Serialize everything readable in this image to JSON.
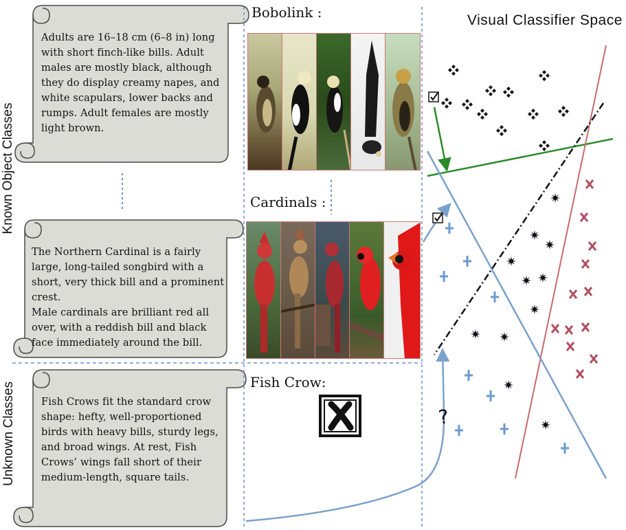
{
  "side_labels": {
    "known": "Known Object Classes",
    "unknown": "Unknown Classes"
  },
  "descriptions": {
    "bobolink": "Adults are 16–18 cm (6–8 in) long with short finch-like bills. Adult males are mostly black, although they do display creamy napes, and white scapulars, lower backs and rumps. Adult females are mostly light brown.",
    "cardinal": "The Northern Cardinal is a fairly large, long-tailed songbird with a short, very thick bill and a prominent crest.\nMale cardinals are brilliant red all over, with a reddish bill and black face immediately around the bill.",
    "fish_crow": "Fish Crows fit the standard crow shape: hefty, well-proportioned birds with heavy bills, sturdy legs, and broad wings. At rest, Fish Crows’ wings fall short of their medium-length, square tails."
  },
  "classes": {
    "bobolink": "Bobolink :",
    "cardinals": "Cardinals :",
    "fish_crow": "Fish Crow:"
  },
  "space": {
    "title": "Visual Classifier Space",
    "question_mark": "?"
  },
  "colors": {
    "scroll_fill": "#dcdcd6",
    "scroll_stroke": "#4a4a4a",
    "divider": "#6a8fc8",
    "green_line": "#2a8a2a",
    "red_line": "#c86a6a",
    "blue_line": "#7aa0cc",
    "cross_color": "#b05060",
    "plus_color": "#6a9ad0"
  },
  "icons": {
    "diamond_marker": "four-diamond-icon",
    "star_marker": "star-icon",
    "cross_marker": "x-icon",
    "plus_marker": "plus-icon",
    "check": "checkbox-checked-icon",
    "unknown_image": "x-box-icon"
  }
}
